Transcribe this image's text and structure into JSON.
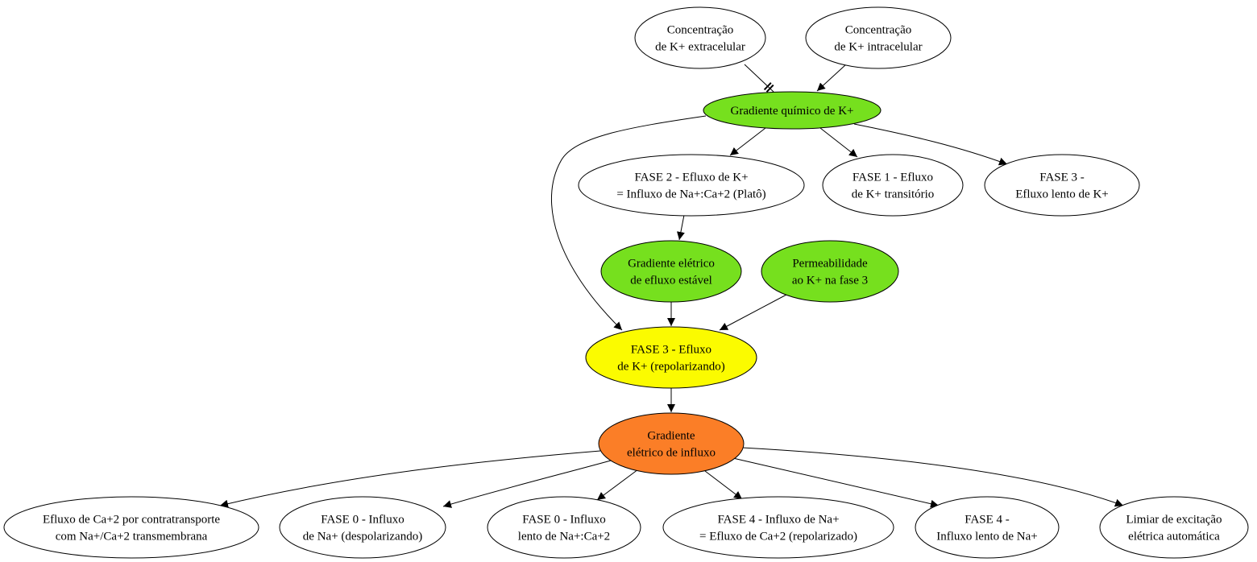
{
  "colors": {
    "background": "#ffffff",
    "default_fill": "#ffffff",
    "green": "#76e01e",
    "yellow": "#fbfb00",
    "orange": "#fb7e27",
    "stroke": "#000000"
  },
  "nodes": [
    {
      "id": "conc_ext",
      "lines": [
        "Concentração",
        "de K+ extracelular"
      ],
      "color": "#ffffff"
    },
    {
      "id": "conc_int",
      "lines": [
        "Concentração",
        "de K+ intracelular"
      ],
      "color": "#ffffff"
    },
    {
      "id": "grad_quim",
      "lines": [
        "Gradiente químico de K+"
      ],
      "color": "#76e01e"
    },
    {
      "id": "fase2",
      "lines": [
        "FASE 2 - Efluxo de K+",
        "= Influxo de Na+:Ca+2 (Platô)"
      ],
      "color": "#ffffff"
    },
    {
      "id": "fase1",
      "lines": [
        "FASE 1 - Efluxo",
        "de K+ transitório"
      ],
      "color": "#ffffff"
    },
    {
      "id": "fase3_lento",
      "lines": [
        "FASE 3 -",
        "Efluxo lento de K+"
      ],
      "color": "#ffffff"
    },
    {
      "id": "grad_elet_eflux",
      "lines": [
        "Gradiente elétrico",
        "de efluxo estável"
      ],
      "color": "#76e01e"
    },
    {
      "id": "permeab",
      "lines": [
        "Permeabilidade",
        "ao K+ na fase 3"
      ],
      "color": "#76e01e"
    },
    {
      "id": "fase3",
      "lines": [
        "FASE 3 - Efluxo",
        "de K+ (repolarizando)"
      ],
      "color": "#fbfb00"
    },
    {
      "id": "grad_elet_influx",
      "lines": [
        "Gradiente",
        "elétrico de influxo"
      ],
      "color": "#fb7e27"
    },
    {
      "id": "efluxo_ca",
      "lines": [
        "Efluxo de Ca+2 por contratransporte",
        "com Na+/Ca+2 transmembrana"
      ],
      "color": "#ffffff"
    },
    {
      "id": "fase0_influxo",
      "lines": [
        "FASE 0 - Influxo",
        "de Na+ (despolarizando)"
      ],
      "color": "#ffffff"
    },
    {
      "id": "fase0_lento",
      "lines": [
        "FASE 0 - Influxo",
        "lento de Na+:Ca+2"
      ],
      "color": "#ffffff"
    },
    {
      "id": "fase4_influxo",
      "lines": [
        "FASE 4 - Influxo de Na+",
        "= Efluxo de Ca+2 (repolarizado)"
      ],
      "color": "#ffffff"
    },
    {
      "id": "fase4_lento",
      "lines": [
        "FASE 4 -",
        "Influxo lento de Na+"
      ],
      "color": "#ffffff"
    },
    {
      "id": "limiar",
      "lines": [
        "Limiar de excitação",
        "elétrica automática"
      ],
      "color": "#ffffff"
    }
  ],
  "edges": [
    {
      "from": "conc_ext",
      "to": "grad_quim",
      "arrow": "tee"
    },
    {
      "from": "conc_int",
      "to": "grad_quim",
      "arrow": "normal"
    },
    {
      "from": "grad_quim",
      "to": "fase3",
      "arrow": "normal"
    },
    {
      "from": "grad_quim",
      "to": "fase2",
      "arrow": "normal"
    },
    {
      "from": "grad_quim",
      "to": "fase1",
      "arrow": "normal"
    },
    {
      "from": "grad_quim",
      "to": "fase3_lento",
      "arrow": "normal"
    },
    {
      "from": "fase2",
      "to": "grad_elet_eflux",
      "arrow": "normal"
    },
    {
      "from": "grad_elet_eflux",
      "to": "fase3",
      "arrow": "normal"
    },
    {
      "from": "permeab",
      "to": "fase3",
      "arrow": "normal"
    },
    {
      "from": "fase3",
      "to": "grad_elet_influx",
      "arrow": "normal"
    },
    {
      "from": "grad_elet_influx",
      "to": "efluxo_ca",
      "arrow": "normal"
    },
    {
      "from": "grad_elet_influx",
      "to": "fase0_influxo",
      "arrow": "normal"
    },
    {
      "from": "grad_elet_influx",
      "to": "fase0_lento",
      "arrow": "normal"
    },
    {
      "from": "grad_elet_influx",
      "to": "fase4_influxo",
      "arrow": "normal"
    },
    {
      "from": "grad_elet_influx",
      "to": "fase4_lento",
      "arrow": "normal"
    },
    {
      "from": "grad_elet_influx",
      "to": "limiar",
      "arrow": "normal"
    }
  ]
}
